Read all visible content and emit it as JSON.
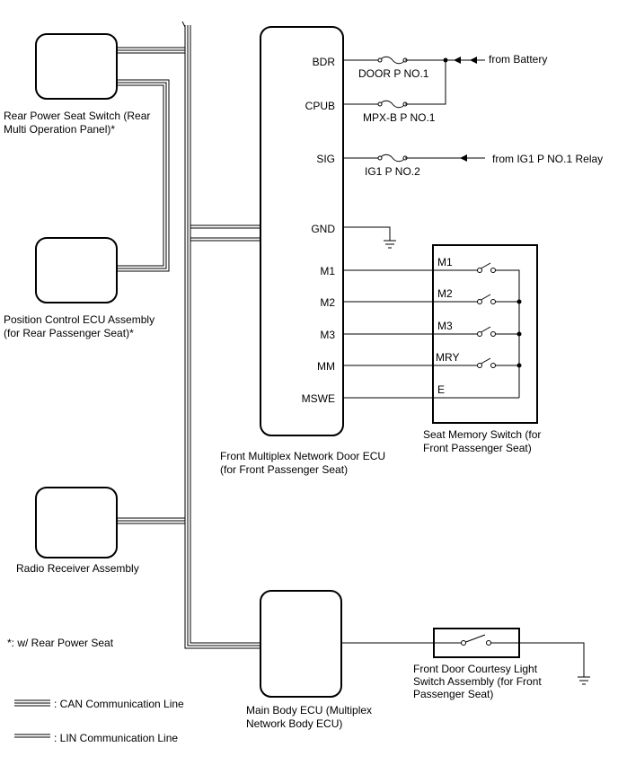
{
  "components": {
    "rear_power_seat_switch": [
      "Rear Power Seat Switch (Rear",
      "Multi Operation Panel)*"
    ],
    "position_control_ecu": [
      "Position Control ECU Assembly",
      "(for Rear Passenger Seat)*"
    ],
    "radio_receiver": "Radio Receiver Assembly",
    "front_door_ecu": [
      "Front Multiplex Network Door ECU",
      "(for Front Passenger Seat)"
    ],
    "seat_memory_switch": [
      "Seat Memory Switch (for",
      "Front Passenger Seat)"
    ],
    "main_body_ecu": [
      "Main Body ECU (Multiplex",
      "Network Body ECU)"
    ],
    "courtesy_switch": [
      "Front Door Courtesy Light",
      "Switch Assembly (for Front",
      "Passenger Seat)"
    ]
  },
  "pins": {
    "bdr": "BDR",
    "cpub": "CPUB",
    "sig": "SIG",
    "gnd": "GND",
    "m1": "M1",
    "m2": "M2",
    "m3": "M3",
    "mm": "MM",
    "mswe": "MSWE"
  },
  "fuses": {
    "door": "DOOR P NO.1",
    "mpx": "MPX-B P NO.1",
    "ig1": "IG1 P NO.2"
  },
  "sources": {
    "battery": "from Battery",
    "ig1_relay": "from IG1 P NO.1 Relay"
  },
  "switch_labels": {
    "m1": "M1",
    "m2": "M2",
    "m3": "M3",
    "mry": "MRY",
    "e": "E"
  },
  "footnote": "*: w/ Rear Power Seat",
  "legend": {
    "can": ": CAN Communication Line",
    "lin": ": LIN Communication Line"
  }
}
